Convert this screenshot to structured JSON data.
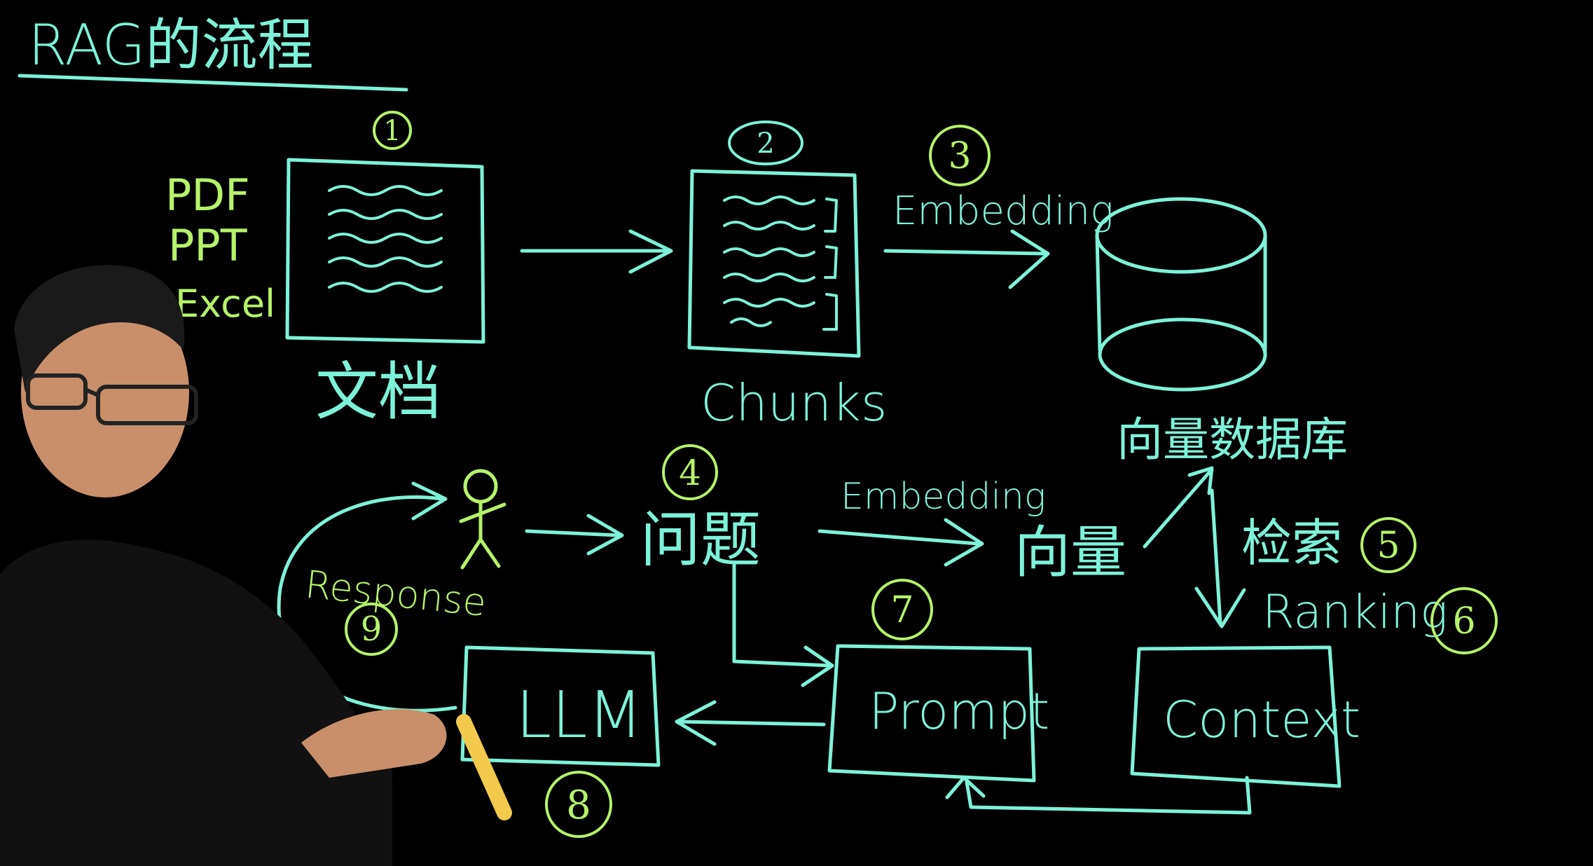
{
  "colors": {
    "ink_cyan": "#7df2d8",
    "ink_green": "#b6f26a",
    "board": "#000000",
    "skin": "#c98f6a",
    "hair": "#1a1a1a",
    "marker": "#f2c94c"
  },
  "diagram": {
    "title": "RAG的流程",
    "steps": [
      "1",
      "2",
      "3",
      "4",
      "5",
      "6",
      "7",
      "8",
      "9"
    ],
    "doc_types": [
      "PDF",
      "PPT",
      "Excel"
    ],
    "document_label": "文档",
    "chunks_label": "Chunks",
    "embedding_label_top": "Embedding",
    "vector_db_label": "向量数据库",
    "question_label": "问题",
    "embedding_label_mid": "Embedding",
    "vector_label": "向量",
    "retrieval_label": "检索",
    "ranking_label": "Ranking",
    "prompt_label": "Prompt",
    "context_label": "Context",
    "llm_label": "LLM",
    "response_label": "Response"
  }
}
